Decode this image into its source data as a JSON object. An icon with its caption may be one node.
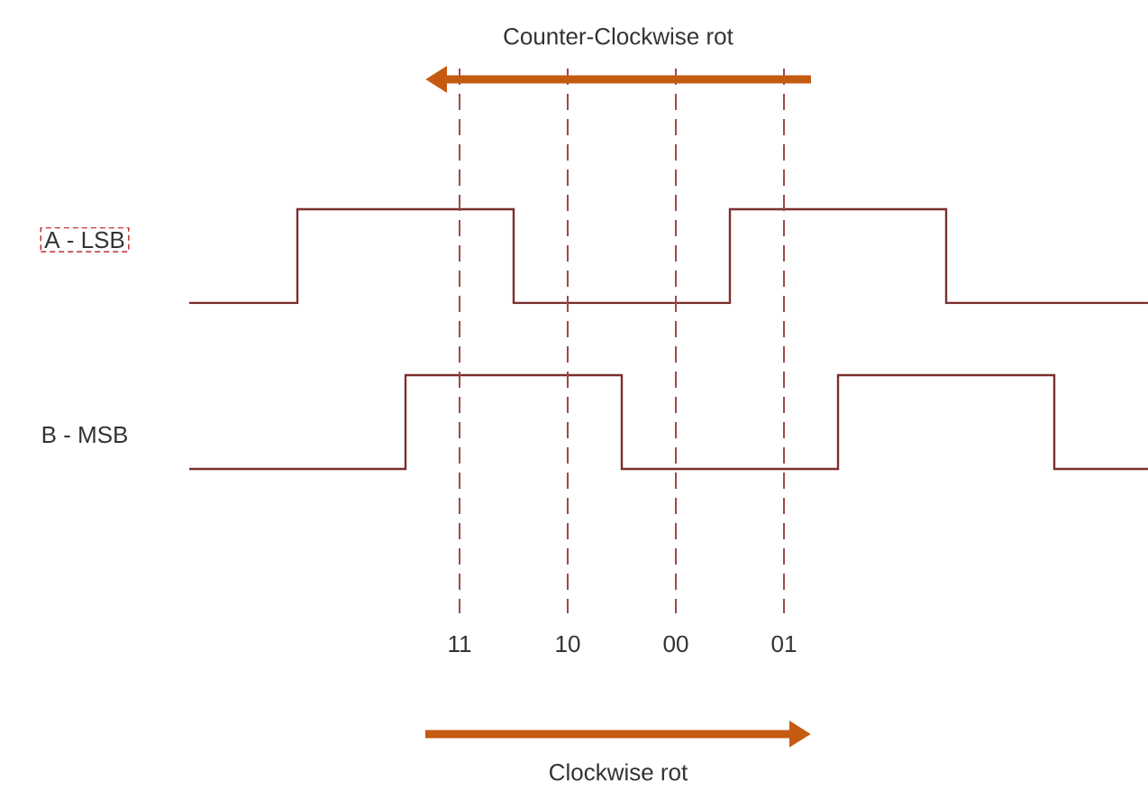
{
  "diagram": {
    "labels": [
      "Counter-Clockwise rot",
      "A - LSB",
      "B - MSB",
      "11",
      "10",
      "00",
      "01",
      "Clockwise rot"
    ]
  }
}
